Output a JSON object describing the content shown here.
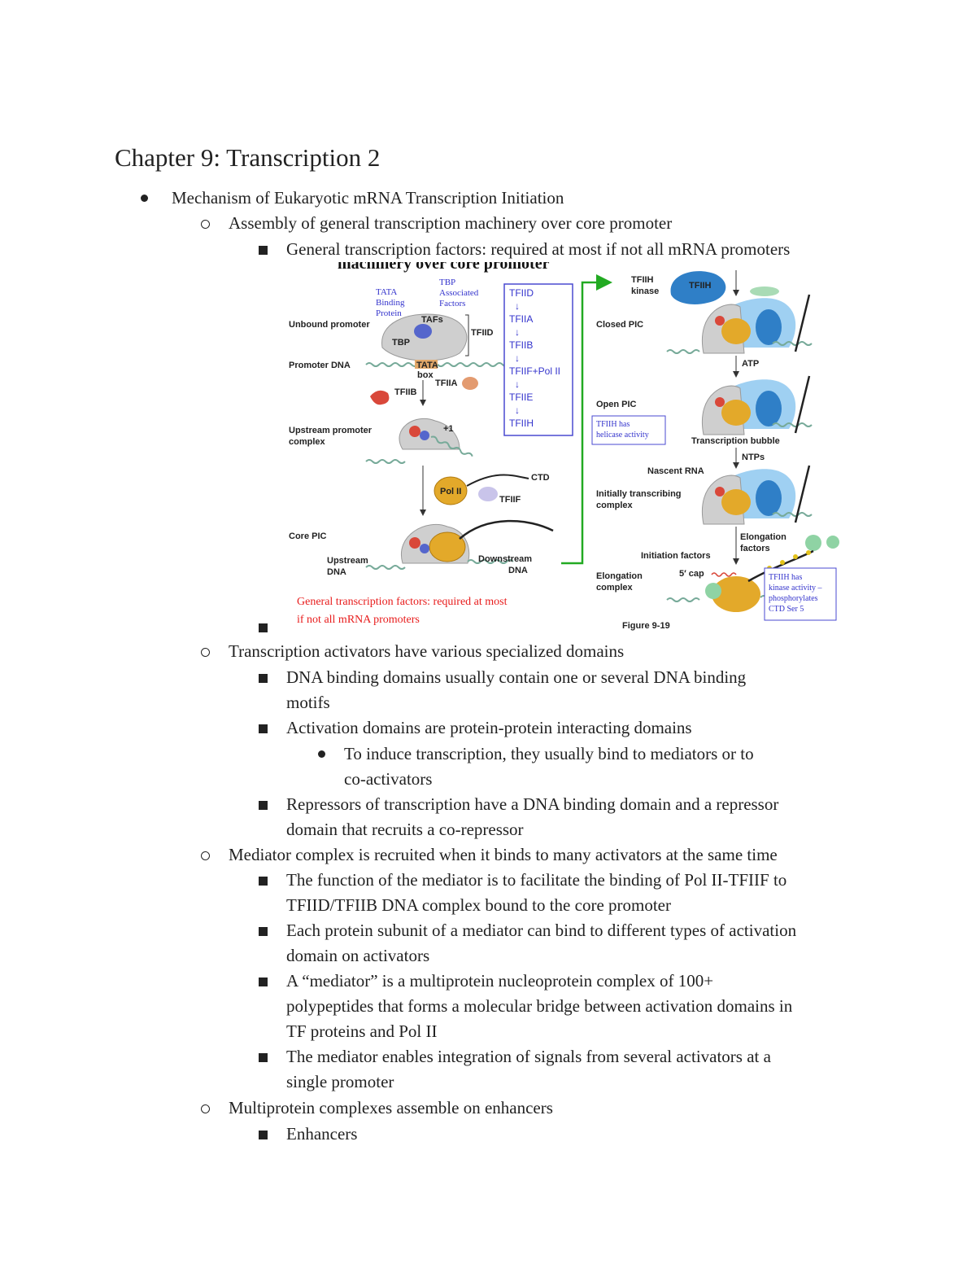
{
  "title": "Chapter 9: Transcription 2",
  "lines": [
    "Mechanism of Eukaryotic mRNA Transcription Initiation",
    "Assembly of general transcription machinery over core promoter",
    "General transcription factors: required at most if not all mRNA promoters",
    "",
    "Transcription activators have various specialized domains",
    "DNA binding domains usually  contain one or several DNA binding",
    "motifs",
    "Activation domains are protein-protein interacting domains",
    "To induce transcription, they usually bind to mediators or to",
    "co-activators",
    "Repressors of transcription have a DNA binding domain and a repressor",
    "domain that recruits a co-repressor",
    "Mediator complex is recruited when it binds to many activators at the same time",
    "The function of the mediator is to facilitate the binding of Pol II-TFIIF to",
    "TFIID/TFIIB DNA complex bound to the core promoter",
    "Each protein subunit of a mediator can bind to different types of activation",
    "domain on activators",
    "A “mediator” is a multiprotein nucleoprotein complex of 100+",
    "polypeptides that forms a molecular bridge between activation domains in",
    "TF proteins and Pol II",
    "The mediator enables integration of signals from several activators at a",
    "single promoter",
    "Multiprotein complexes assemble on enhancers",
    "Enhancers"
  ],
  "figure": {
    "top_heading": "machinery over core promoter",
    "blue_notes": {
      "tata": [
        "TATA",
        "Binding",
        "Protein"
      ],
      "tbp_assoc": [
        "TBP",
        "Associated",
        "Factors"
      ]
    },
    "left_labels": {
      "taf": "TAFs",
      "tfiid": "TFIID",
      "unbound": "Unbound promoter",
      "tbp": "TBP",
      "promoter_dna": "Promoter DNA",
      "tata_box": [
        "TATA",
        "box"
      ],
      "tfiia": "TFIIA",
      "tfiib": "TFIIB",
      "upstream_complex": [
        "Upstream promoter",
        "complex"
      ],
      "plus1": "+1",
      "pol2": "Pol II",
      "ctd": "CTD",
      "tfiif": "TFIIF",
      "core_pic": "Core PIC",
      "upstream_dna": [
        "Upstream",
        "DNA"
      ],
      "downstream_dna": [
        "Downstream",
        "DNA"
      ]
    },
    "order_box": [
      "TFIID",
      "TFIIA",
      "TFIIB",
      "TFIIF+Pol II",
      "TFIIE",
      "TFIIH"
    ],
    "arrow_glyph": "↓",
    "red_note": [
      "General transcription factors: required at most",
      "if not all mRNA promoters"
    ],
    "right_labels": {
      "tfiih_kinase": [
        "TFIIH",
        "kinase"
      ],
      "tfiih": "TFIIH",
      "closed_pic": "Closed PIC",
      "atp": "ATP",
      "open_pic": "Open PIC",
      "helicase_note": [
        "TFIIH has",
        "helicase activity"
      ],
      "bubble": "Transcription bubble",
      "ntps": "NTPs",
      "nascent": "Nascent RNA",
      "init_trans": [
        "Initially transcribing",
        "complex"
      ],
      "elong_factors": [
        "Elongation",
        "factors"
      ],
      "init_factors": "Initiation factors",
      "elong_complex": [
        "Elongation",
        "complex"
      ],
      "cap": "5′ cap",
      "kinase_note": [
        "TFIIH has",
        "kinase activity –",
        "phosphorylates",
        "CTD Ser 5"
      ],
      "figure_label": "Figure 9-19"
    },
    "colors": {
      "blue_note": "#3333cc",
      "red_note": "#e81c1c",
      "green_arrow": "#22aa22",
      "box_border": "#4a4ad0",
      "pol2": "#e3a92a",
      "tfiih": "#2f7fc7",
      "protein_gray": "#cfcfcf"
    }
  }
}
